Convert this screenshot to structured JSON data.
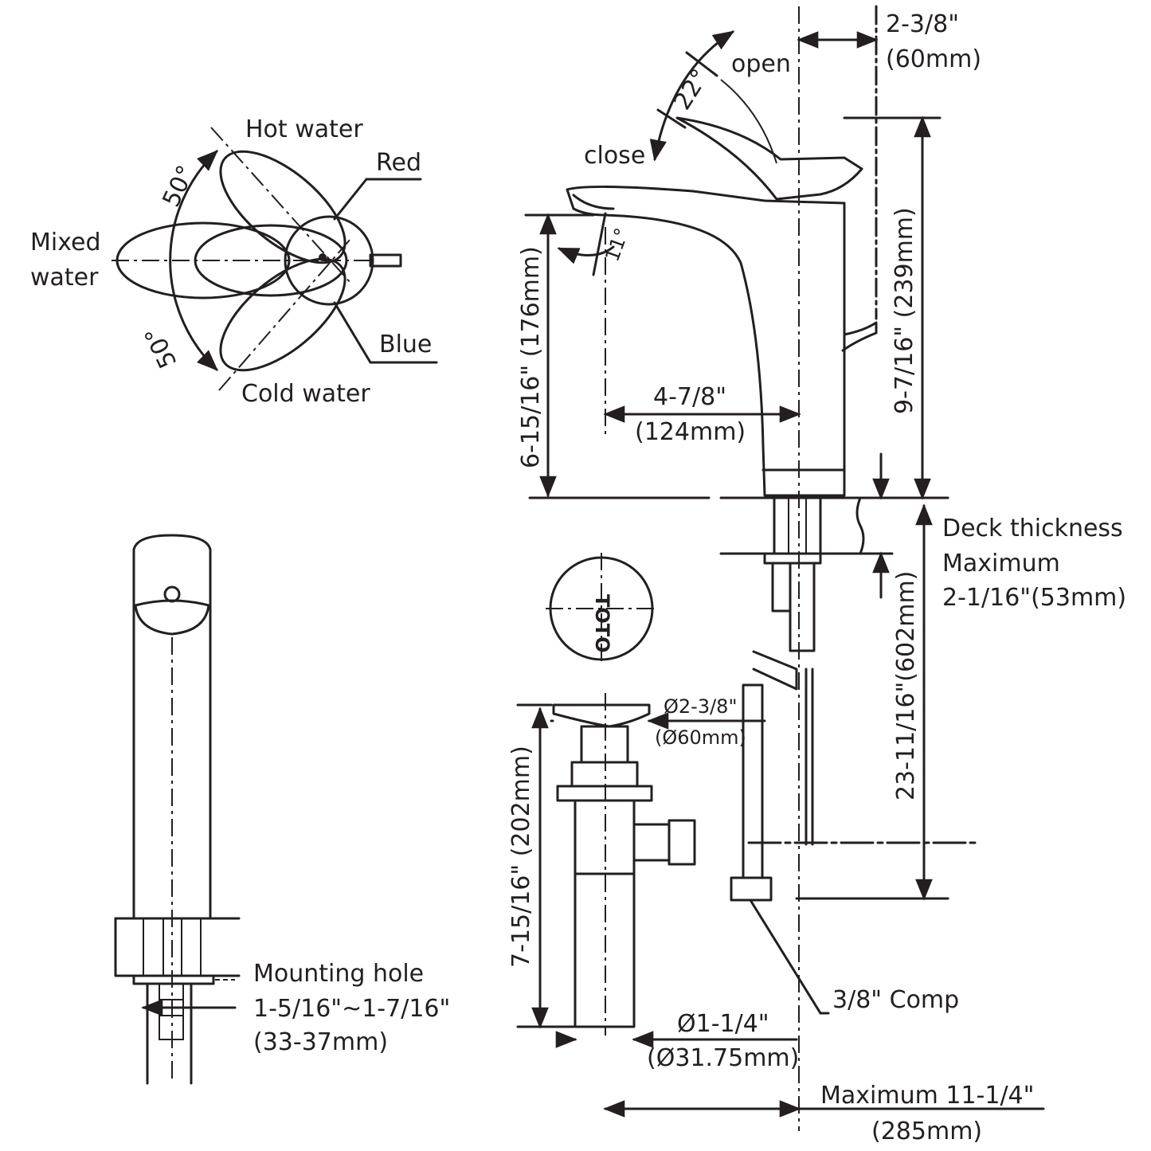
{
  "handle_view": {
    "hot_water": "Hot water",
    "red": "Red",
    "mixed_water_1": "Mixed",
    "mixed_water_2": "water",
    "blue": "Blue",
    "cold_water": "Cold water",
    "angle_upper": "50°",
    "angle_lower": "50°"
  },
  "side_view": {
    "spout_gap_in": "2-3/8\"",
    "spout_gap_mm": "(60mm)",
    "open": "open",
    "close": "close",
    "handle_angle": "22°",
    "spout_angle": "11°",
    "spout_height": "6-15/16\" (176mm)",
    "reach_in": "4-7/8\"",
    "reach_mm": "(124mm)",
    "overall_height": "9-7/16\" (239mm)",
    "deck_thickness_1": "Deck thickness",
    "deck_thickness_2": "Maximum",
    "deck_thickness_3": "2-1/16\"(53mm)",
    "below_deck": "23-11/16\"(602mm)",
    "drain_dia_in": "Ø2-3/8\"",
    "drain_dia_mm": "(Ø60mm)",
    "drain_height": "7-15/16\" (202mm)",
    "tail_dia_in": "Ø1-1/4\"",
    "tail_dia_mm": "(Ø31.75mm)",
    "comp": "3/8\" Comp",
    "max_reach_in": "Maximum 11-1/4\"",
    "max_reach_mm": "(285mm)",
    "cap_logo": "TOTO"
  },
  "front_view": {
    "mounting_1": "Mounting hole",
    "mounting_2": "1-5/16\"~1-7/16\"",
    "mounting_3": "(33-37mm)"
  }
}
